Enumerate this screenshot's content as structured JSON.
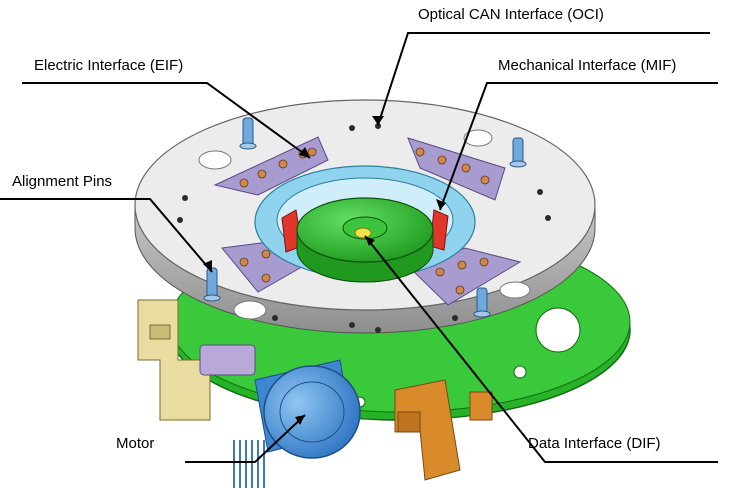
{
  "labels": {
    "oci": "Optical CAN Interface (OCI)",
    "eif": "Electric Interface (EIF)",
    "mif": "Mechanical Interface (MIF)",
    "pins": "Alignment Pins",
    "motor": "Motor",
    "dif": "Data Interface (DIF)"
  },
  "colors": {
    "plate": "#e6e6e6",
    "plate_edge": "#a9a9a9",
    "purple_segment": "#a89bd0",
    "cyan_ring": "#8fd3ee",
    "green": "#2fc42f",
    "red": "#e0362c",
    "motor_blue": "#4d9de0",
    "bracket_tan": "#e8dca0",
    "bracket_orange": "#d98a2b",
    "yellow_center": "#f2e24a"
  }
}
